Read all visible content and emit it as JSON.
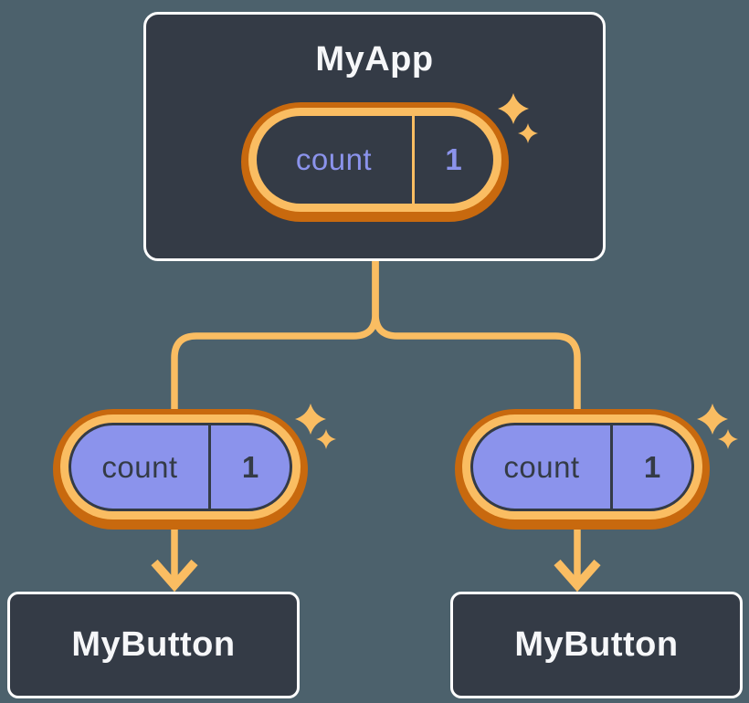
{
  "root_component": {
    "name": "MyApp",
    "state_pill": {
      "label": "count",
      "value": "1"
    }
  },
  "children": [
    {
      "name": "MyButton",
      "prop_pill": {
        "label": "count",
        "value": "1"
      }
    },
    {
      "name": "MyButton",
      "prop_pill": {
        "label": "count",
        "value": "1"
      }
    }
  ],
  "colors": {
    "background": "#4C616C",
    "card_background": "#343B46",
    "card_border": "#FFFFFF",
    "accent_orange_light": "#FABD62",
    "accent_orange_dark": "#C8690E",
    "purple": "#8B93EC",
    "text_light": "#F6F7F9",
    "text_dark": "#343B46"
  }
}
